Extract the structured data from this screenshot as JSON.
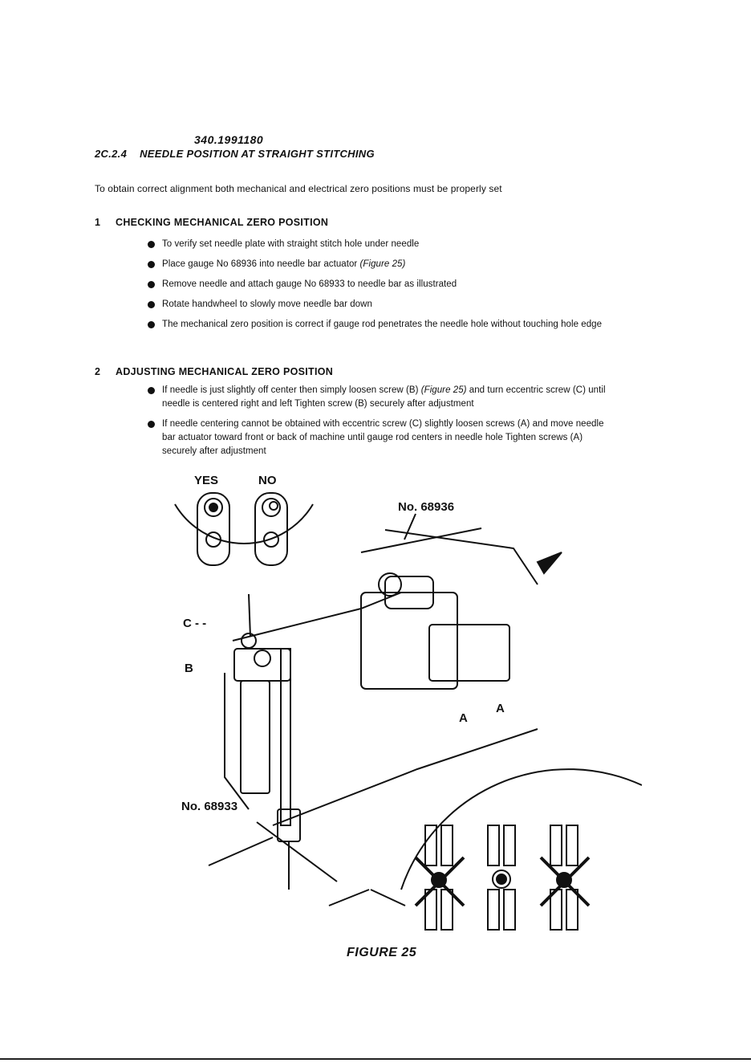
{
  "doc": {
    "number": "340.1991180",
    "section_number": "2C.2.4",
    "section_title": "NEEDLE POSITION AT STRAIGHT STITCHING",
    "intro": "To obtain correct alignment both mechanical and electrical zero positions must be properly set"
  },
  "step1": {
    "number": "1",
    "title": "CHECKING MECHANICAL ZERO POSITION",
    "bullets": [
      {
        "text": "To verify set needle plate with straight stitch hole under needle"
      },
      {
        "text": "Place gauge No 68936 into needle bar actuator ",
        "ref": "(Figure 25)"
      },
      {
        "text": "Remove needle and attach gauge No 68933 to needle bar as illustrated"
      },
      {
        "text": "Rotate handwheel to slowly move needle bar down"
      },
      {
        "text": "The mechanical zero position is correct if gauge rod penetrates the needle hole without touching hole edge"
      }
    ]
  },
  "step2": {
    "number": "2",
    "title": "ADJUSTING MECHANICAL ZERO POSITION",
    "bullets": [
      {
        "a": "If needle is just slightly off center then simply loosen screw (B) ",
        "ref": "(Figure 25)",
        "b": " and turn eccentric screw (C) until needle is centered right and left Tighten screw (B) securely after adjustment"
      },
      {
        "a": "If needle centering cannot be obtained with eccentric screw (C) slightly loosen screws (A) and move needle bar actuator toward front or back of machine until gauge rod centers in needle hole Tighten screws (A) securely after adjustment",
        "ref": "",
        "b": ""
      }
    ]
  },
  "figure": {
    "label_yes": "YES",
    "label_no": "NO",
    "label_gauge_top": "No. 68936",
    "label_gauge_bottom": "No. 68933",
    "label_c": "C - -",
    "label_b": "B",
    "label_a1": "A",
    "label_a2": "A",
    "caption": "FIGURE 25"
  }
}
